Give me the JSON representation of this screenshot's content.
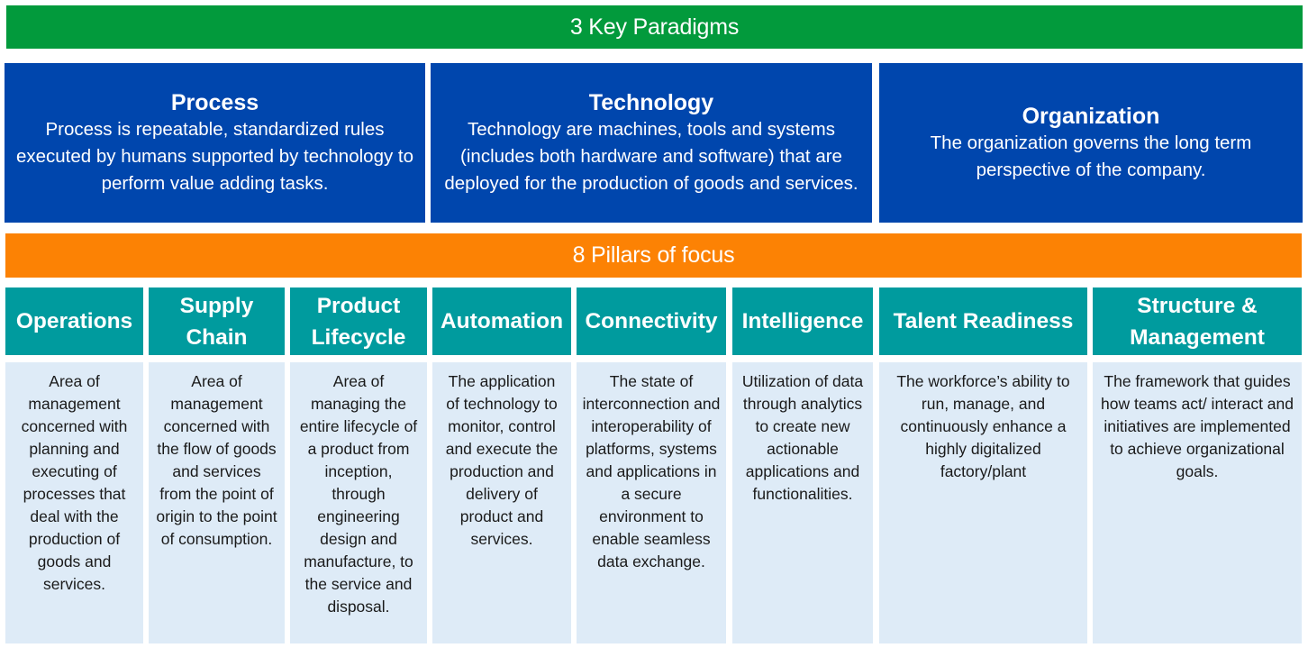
{
  "paradigms_header": "3 Key Paradigms",
  "paradigms": [
    {
      "title": "Process",
      "description": "Process is repeatable, standardized rules\nexecuted by humans supported by technology to\nperform value adding tasks."
    },
    {
      "title": "Technology",
      "description": "Technology are machines, tools and systems\n(includes both hardware and software) that are\ndeployed for the production of goods and services."
    },
    {
      "title": "Organization",
      "description": "The organization governs the long term\nperspective of the company."
    }
  ],
  "pillars_header": "8 Pillars of focus",
  "pillars": [
    {
      "title": "Operations",
      "description": "Area of\nmanagement\nconcerned with\nplanning and\nexecuting of\nprocesses that\ndeal with the\nproduction of\ngoods and\nservices."
    },
    {
      "title": "Supply\nChain",
      "description": "Area of\nmanagement\nconcerned with\nthe flow of goods\nand services\nfrom the point of\norigin to the point\nof consumption."
    },
    {
      "title": "Product\nLifecycle",
      "description": "Area of\nmanaging the\nentire lifecycle of\na product from\ninception,\nthrough\nengineering\ndesign and\nmanufacture, to\nthe service and\ndisposal."
    },
    {
      "title": "Automation",
      "description": "The application\nof technology to\nmonitor, control\nand execute the\nproduction and\ndelivery of\nproduct and\nservices."
    },
    {
      "title": "Connectivity",
      "description": "The state of\ninterconnection and\ninteroperability of\nplatforms, systems\nand applications in\na secure\nenvironment to\nenable seamless\ndata exchange."
    },
    {
      "title": "Intelligence",
      "description": "Utilization of data\nthrough analytics\nto create new\nactionable\napplications and\nfunctionalities."
    },
    {
      "title": "Talent Readiness",
      "description": "The workforce’s ability to\nrun, manage, and\ncontinuously enhance a\nhighly digitalized\nfactory/plant"
    },
    {
      "title": "Structure &\nManagement",
      "description": "The framework that guides\nhow teams act/ interact and\ninitiatives are implemented\nto achieve organizational\ngoals."
    }
  ],
  "colors": {
    "paradigms_header": "#029a3c",
    "paradigm_box": "#0046ad",
    "pillars_header": "#fc8204",
    "pillar_head": "#009b9e",
    "pillar_body": "#deebf7"
  }
}
